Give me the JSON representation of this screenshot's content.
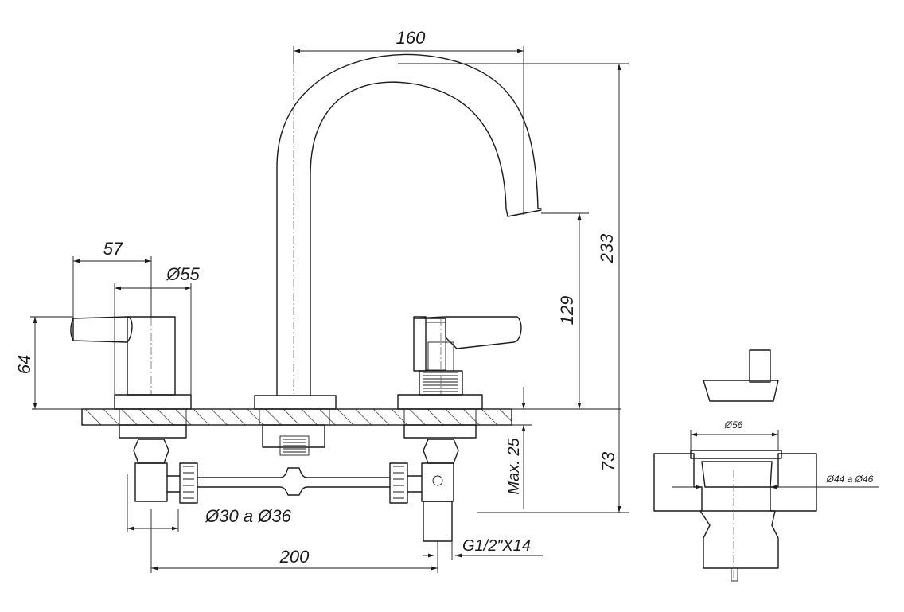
{
  "drawing": {
    "dimensions": {
      "spout_reach": "160",
      "total_height": "233",
      "spout_height": "129",
      "handle_reach": "57",
      "handle_diameter": "Ø55",
      "handle_height": "64",
      "below_deck_depth": "73",
      "deck_thickness": "Max. 25",
      "hole_diameter": "Ø30 a Ø36",
      "center_distance": "200",
      "thread": "G1/2\"X14",
      "drain_diameter": "Ø56",
      "drain_hole": "Ø44 a Ø46"
    }
  }
}
